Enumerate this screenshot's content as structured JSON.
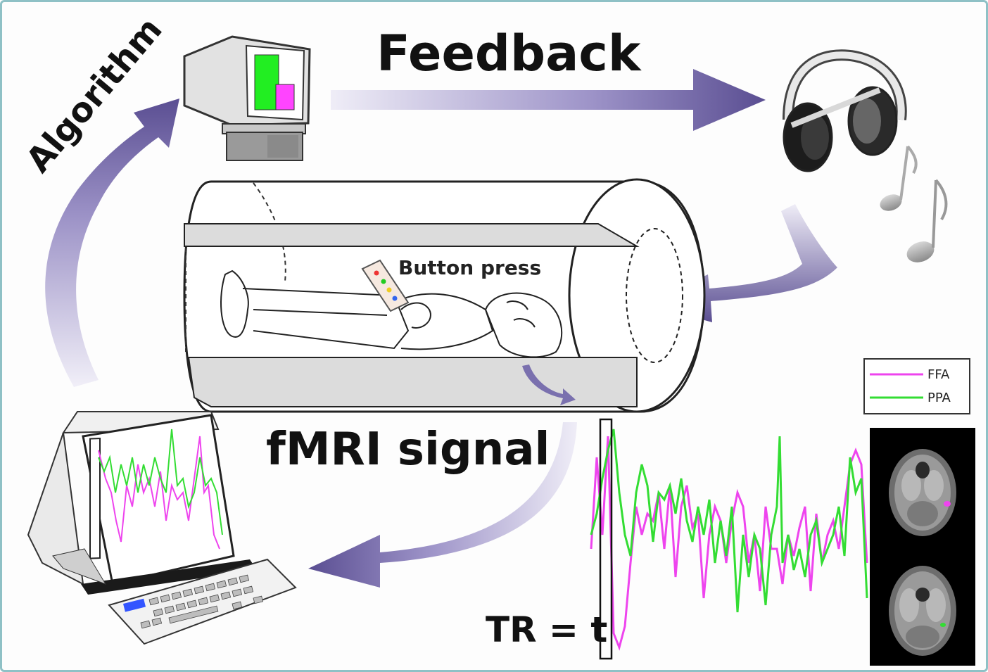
{
  "labels": {
    "feedback": "Feedback",
    "algorithm": "Algorithm",
    "button_press": "Button press",
    "fmri_signal": "fMRI signal",
    "tr": "TR = t"
  },
  "legend": {
    "ffa": "FFA",
    "ppa": "PPA"
  },
  "colors": {
    "arrow": "#6b5fa0",
    "ffa": "#ee44ee",
    "ppa": "#33dd33",
    "frame": "#8fc1c6"
  },
  "icons": [
    "display-monitor-icon",
    "headphones-icon",
    "music-notes-icon",
    "mri-scanner-icon",
    "computer-terminal-icon",
    "brain-scan-icon"
  ]
}
